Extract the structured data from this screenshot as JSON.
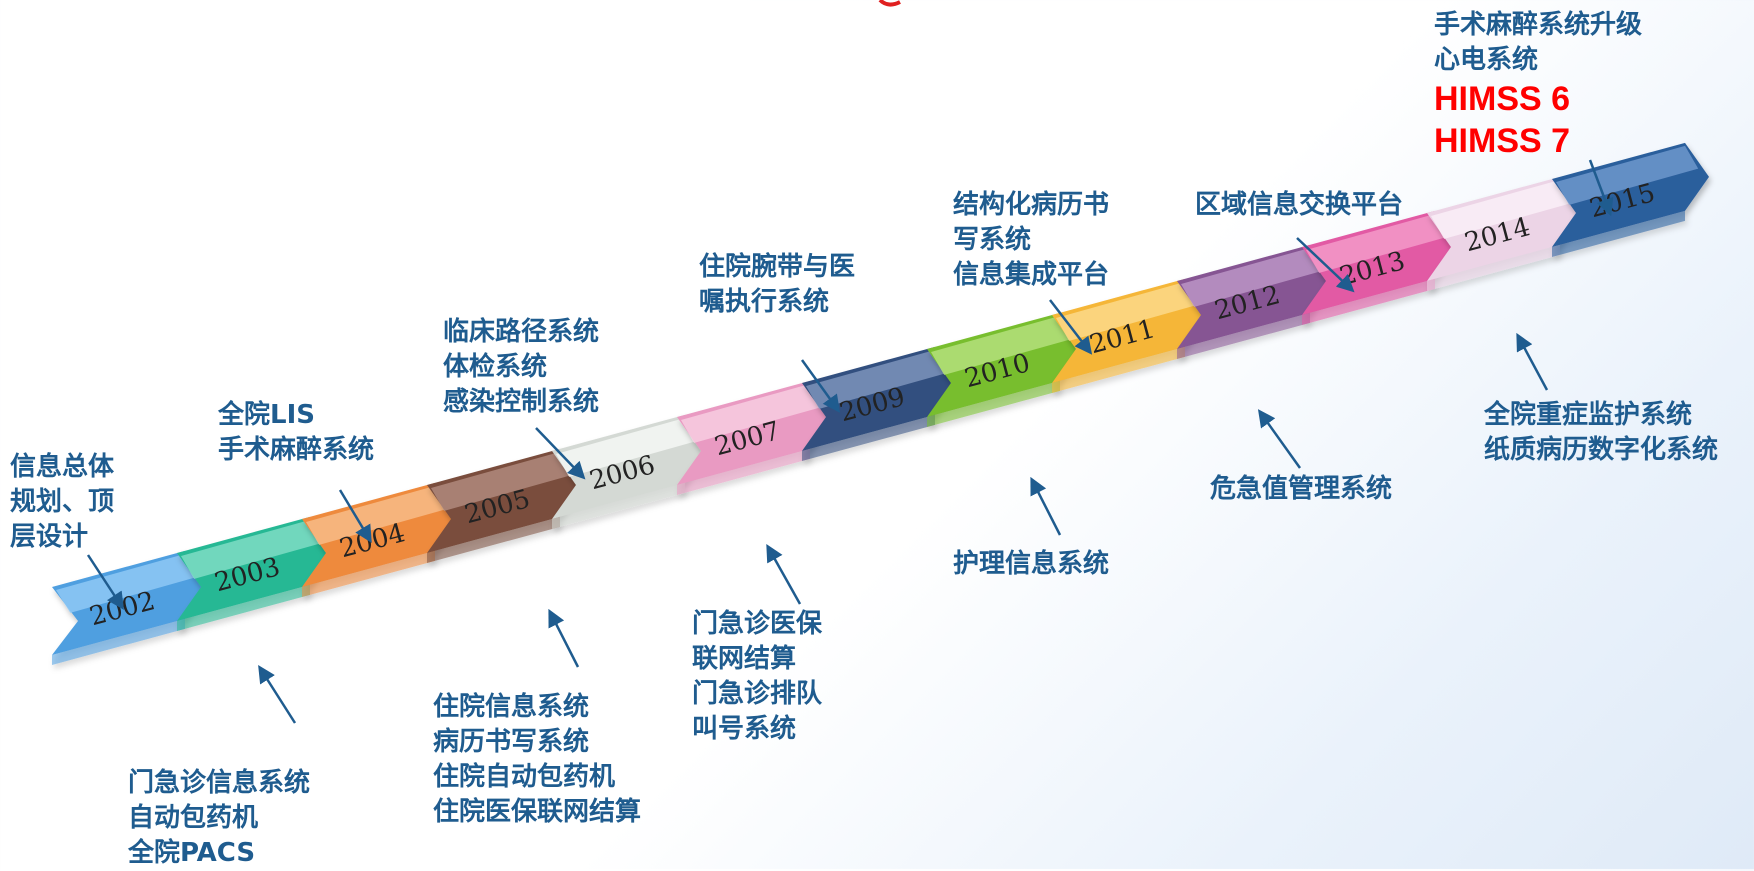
{
  "timeline": {
    "segments": [
      {
        "year": "2002",
        "color": "#4f9fe0",
        "top": "#8ec8f4"
      },
      {
        "year": "2003",
        "color": "#27b894",
        "top": "#7fdcc4"
      },
      {
        "year": "2004",
        "color": "#ee8a3e",
        "top": "#f7bb86"
      },
      {
        "year": "2005",
        "color": "#7a4e3e",
        "top": "#b08a7c"
      },
      {
        "year": "2006",
        "color": "#d4d9d4",
        "top": "#f4f7f4"
      },
      {
        "year": "2007",
        "color": "#e99ac2",
        "top": "#f7cce1"
      },
      {
        "year": "2009",
        "color": "#33507f",
        "top": "#7d93bb"
      },
      {
        "year": "2010",
        "color": "#78be2f",
        "top": "#b4e07b"
      },
      {
        "year": "2011",
        "color": "#f5b637",
        "top": "#fbd98a"
      },
      {
        "year": "2012",
        "color": "#865593",
        "top": "#bb95c5"
      },
      {
        "year": "2013",
        "color": "#e25aa4",
        "top": "#f39ac9"
      },
      {
        "year": "2014",
        "color": "#ecd4e6",
        "top": "#faeef7"
      },
      {
        "year": "2015",
        "color": "#2c5e9c",
        "top": "#6f98cc"
      }
    ]
  },
  "annotations": [
    {
      "id": "a2002",
      "text": "信息总体\n规划、顶\n层设计"
    },
    {
      "id": "a2003",
      "text": "门急诊信息系统\n自动包药机\n全院PACS"
    },
    {
      "id": "a2004",
      "text": "全院LIS\n手术麻醉系统"
    },
    {
      "id": "a2005",
      "text": "住院信息系统\n病历书写系统\n住院自动包药机\n住院医保联网结算"
    },
    {
      "id": "a2006",
      "text": "临床路径系统\n体检系统\n感染控制系统"
    },
    {
      "id": "a2007",
      "text": "门急诊医保\n联网结算\n门急诊排队\n叫号系统"
    },
    {
      "id": "a2009",
      "text": "住院腕带与医\n嘱执行系统"
    },
    {
      "id": "a2010",
      "text": "护理信息系统"
    },
    {
      "id": "a2011",
      "text": "结构化病历书\n写系统\n信息集成平台"
    },
    {
      "id": "a2012",
      "text": "危急值管理系统"
    },
    {
      "id": "a2013",
      "text": "区域信息交换平台"
    },
    {
      "id": "a2014",
      "text": "全院重症监护系统\n纸质病历数字化系统"
    },
    {
      "id": "a2015",
      "text": "手术麻醉系统升级\n心电系统"
    }
  ],
  "himss": [
    "HIMSS  6",
    "HIMSS  7"
  ],
  "colors": {
    "label": "#1f5c8f",
    "arrow": "#1f5c8f",
    "highlight": "#ff0000"
  }
}
